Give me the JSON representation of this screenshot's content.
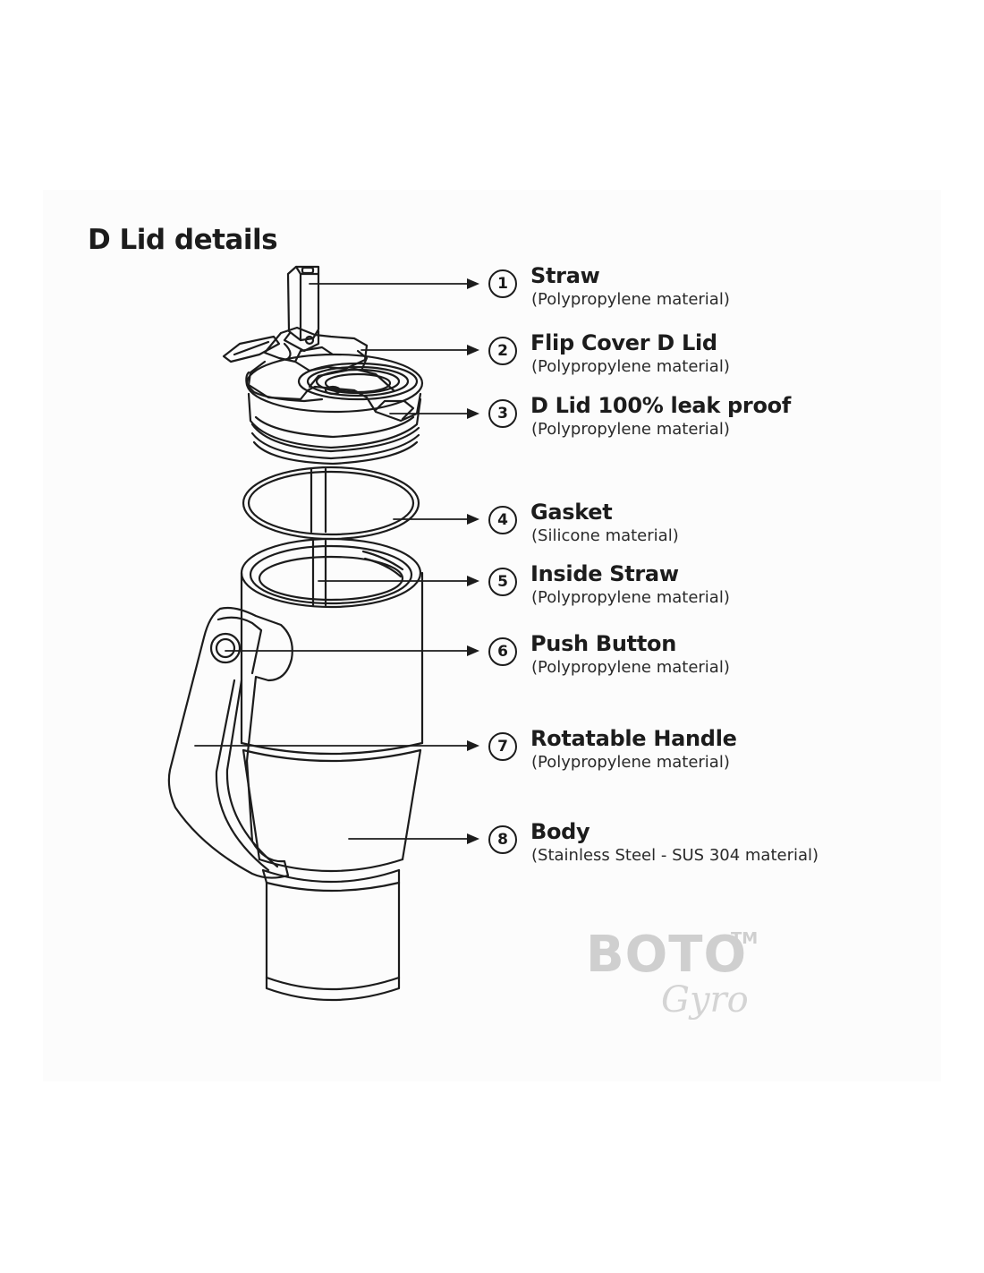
{
  "title": "D Lid details",
  "parts": [
    {
      "number": "1",
      "name": "Straw",
      "material": "(Polypropylene material)"
    },
    {
      "number": "2",
      "name": "Flip Cover D Lid",
      "material": "(Polypropylene material)"
    },
    {
      "number": "3",
      "name": "D Lid 100% leak proof",
      "material": "(Polypropylene material)"
    },
    {
      "number": "4",
      "name": "Gasket",
      "material": "(Silicone material)"
    },
    {
      "number": "5",
      "name": "Inside Straw",
      "material": "(Polypropylene material)"
    },
    {
      "number": "6",
      "name": "Push Button",
      "material": "(Polypropylene material)"
    },
    {
      "number": "7",
      "name": "Rotatable Handle",
      "material": "(Polypropylene material)"
    },
    {
      "number": "8",
      "name": "Body",
      "material": "(Stainless Steel - SUS 304 material)"
    }
  ],
  "logo": {
    "brand": "BOTO",
    "trademark": "TM",
    "subbrand": "Gyro"
  },
  "colors": {
    "line": "#1c1c1c",
    "logo": "#cfcfcf",
    "panel": "#fcfcfc"
  }
}
